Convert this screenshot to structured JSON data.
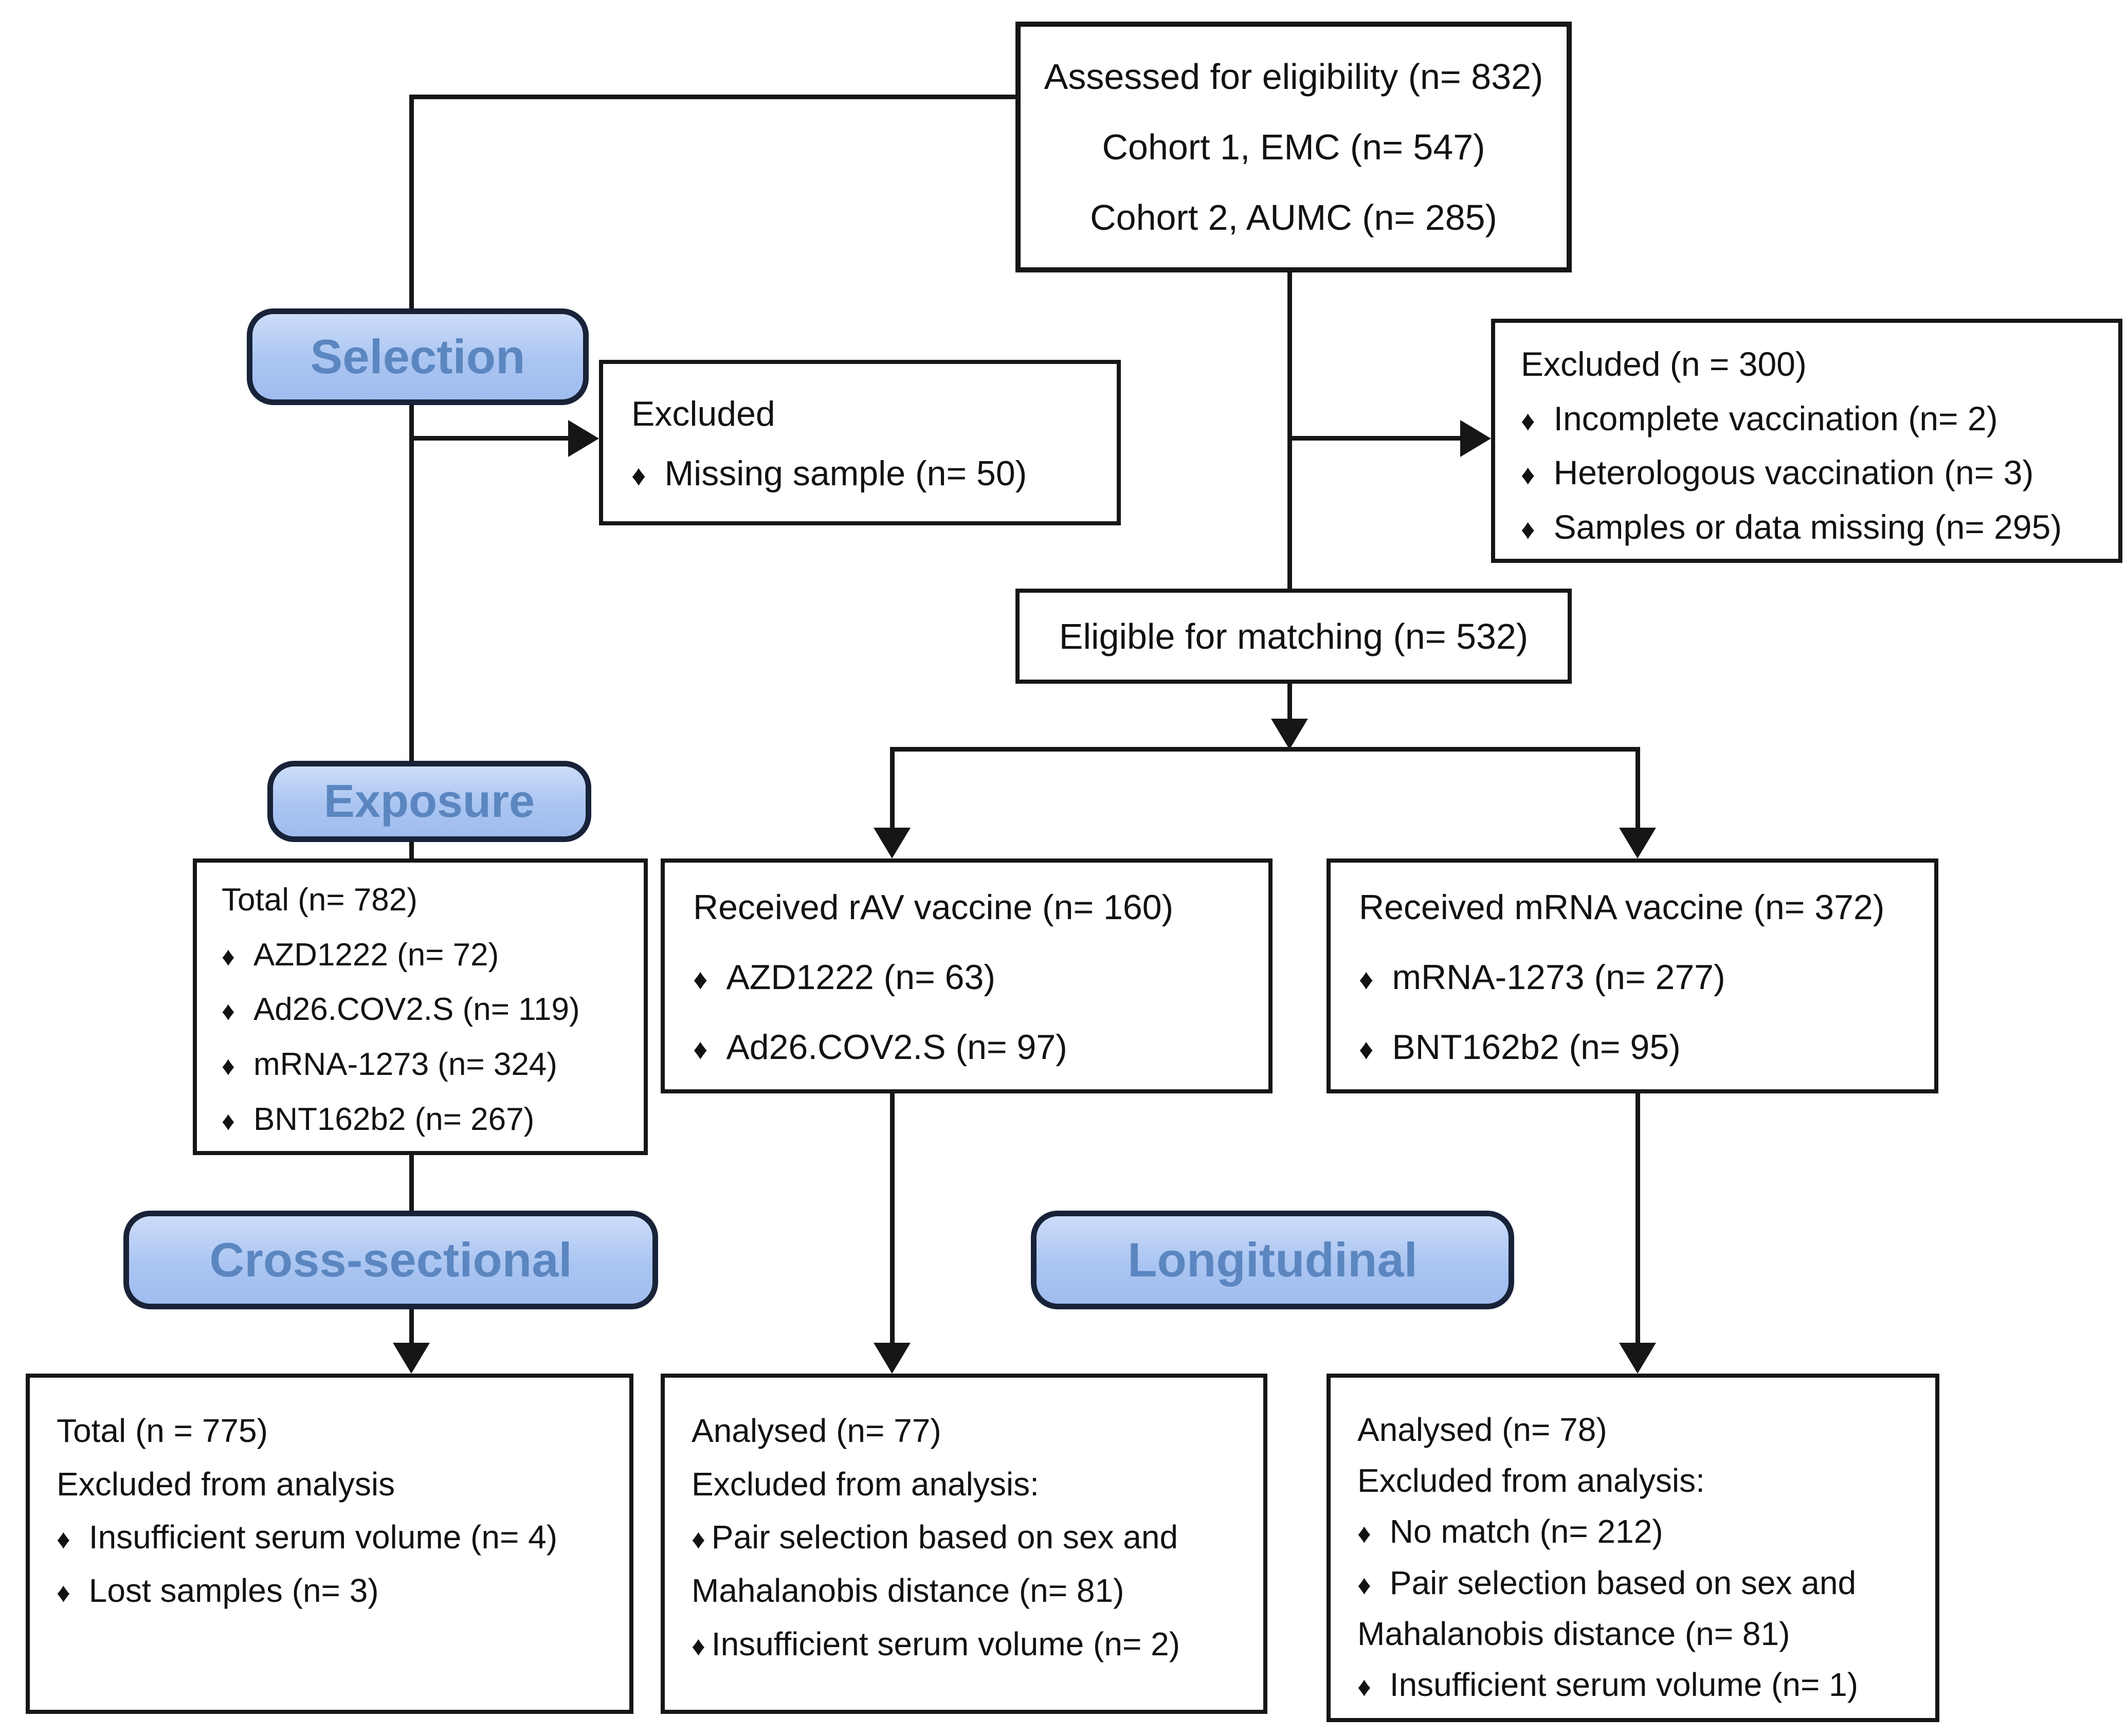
{
  "ui": {
    "bullet": "♦"
  },
  "flow": {
    "assessed": {
      "lines": [
        "Assessed for eligibility (n= 832)",
        "Cohort 1, EMC (n= 547)",
        "Cohort 2, AUMC (n= 285)"
      ]
    },
    "stage_selection": "Selection",
    "stage_exposure": "Exposure",
    "stage_cross_sectional": "Cross-sectional",
    "stage_longitudinal": "Longitudinal",
    "excluded_missing": {
      "title": "Excluded",
      "items": [
        "Missing sample (n= 50)"
      ]
    },
    "excluded_300": {
      "title": "Excluded  (n = 300)",
      "items": [
        "Incomplete vaccination (n= 2)",
        "Heterologous vaccination (n= 3)",
        "Samples or data missing (n= 295)"
      ]
    },
    "eligible": {
      "title": "Eligible for matching (n= 532)"
    },
    "total_782": {
      "title": "Total (n= 782)",
      "items": [
        "AZD1222 (n= 72)",
        "Ad26.COV2.S (n= 119)",
        "mRNA-1273 (n= 324)",
        "BNT162b2 (n= 267)"
      ]
    },
    "rav": {
      "title": "Received rAV vaccine (n= 160)",
      "items": [
        "AZD1222 (n= 63)",
        "Ad26.COV2.S (n= 97)"
      ]
    },
    "mrna": {
      "title": "Received mRNA vaccine (n= 372)",
      "items": [
        "mRNA-1273 (n= 277)",
        "BNT162b2 (n= 95)"
      ]
    },
    "total_775": {
      "line1": "Total (n = 775)",
      "line2": "Excluded from analysis",
      "items": [
        "Insufficient serum volume (n= 4)",
        "Lost samples (n= 3)"
      ]
    },
    "analysed_77": {
      "line1": "Analysed (n= 77)",
      "line2": "Excluded from analysis:",
      "items": [
        "Pair selection based on sex and Mahalanobis distance (n= 81)",
        "Insufficient serum volume (n= 2)"
      ]
    },
    "analysed_78": {
      "line1": "Analysed (n= 78)",
      "line2": "Excluded from analysis:",
      "items": [
        "No match (n= 212)",
        "Pair selection based on sex and Mahalanobis distance (n= 81)",
        "Insufficient serum volume (n= 1)"
      ]
    }
  },
  "colors": {
    "badge_fill_top": "#ccdcf9",
    "badge_fill_bottom": "#9fbcee",
    "badge_border": "#182238",
    "badge_text": "#5b86c0",
    "box_border": "#161616",
    "line": "#161616",
    "background": "#ffffff"
  }
}
